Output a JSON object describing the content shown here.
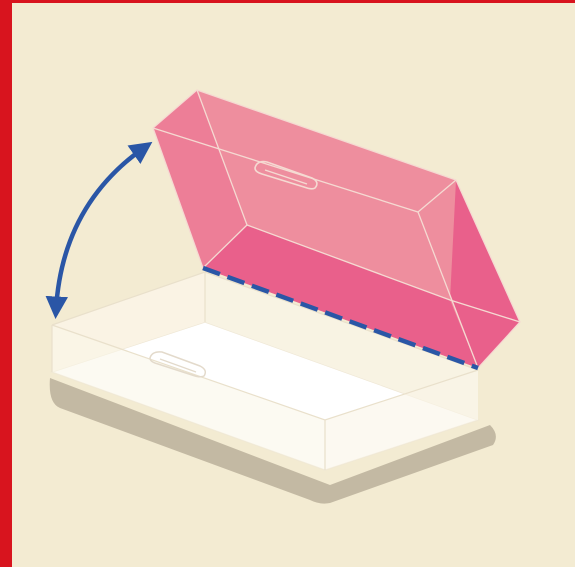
{
  "colors": {
    "frame": "#D8141E",
    "background": "#F3EBD2",
    "shadow": "#C3B9A3",
    "tray_floor": "#FFFFFF",
    "tray_walls": "#FAF5E8",
    "lid_light": "#EE8E9E",
    "lid_dark": "#E9608B",
    "hinge_line": "#2A56A6",
    "arrow": "#2A56A6",
    "edge": "#F5DAD2"
  },
  "icons": {
    "arrow": "curved-double-arrow",
    "hinge": "dashed-hinge-line",
    "latch": "clasp"
  }
}
